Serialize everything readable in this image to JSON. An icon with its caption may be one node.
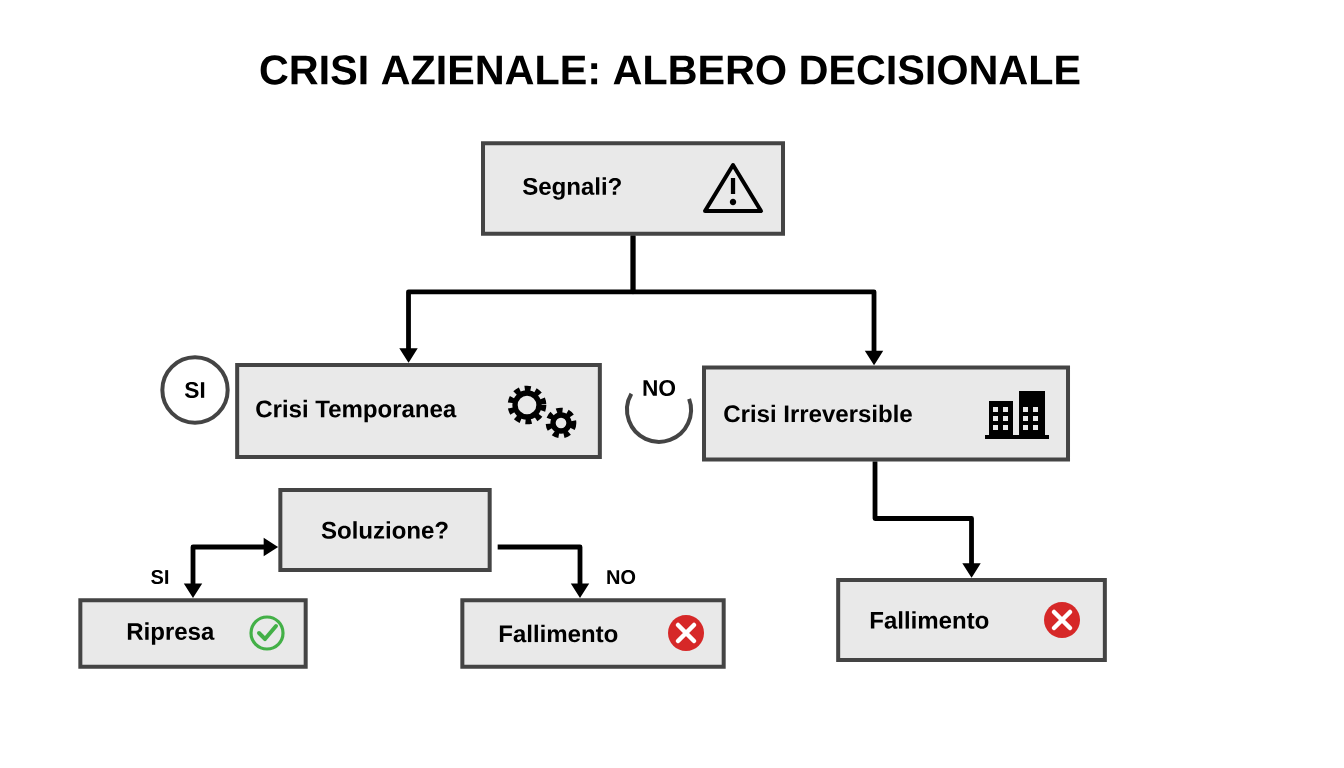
{
  "diagram": {
    "title": "CRISI AZIENALE: ALBERO DECISIONALE",
    "nodes": [
      {
        "text": [
          "Segnali?"
        ]
      },
      {
        "text": [
          "SI"
        ]
      },
      {
        "text": [
          "Crisi Temporanea"
        ]
      },
      {
        "text": [
          "NO"
        ]
      },
      {
        "text": [
          "Crisi Irreversible"
        ]
      },
      {
        "text": [
          "Soluzione?"
        ]
      },
      {
        "text": [
          "Ripresa"
        ]
      },
      {
        "text": [
          "Fallimento"
        ]
      },
      {
        "text": [
          "Fallimento"
        ]
      }
    ],
    "edges": [
      {
        "from": 0,
        "to": 2,
        "arrow": "to"
      },
      {
        "from": 0,
        "to": 4,
        "arrow": "to"
      },
      {
        "from": 5,
        "to": 6,
        "arrow": "both",
        "label": "SI"
      },
      {
        "from": 5,
        "to": 7,
        "arrow": "to",
        "label": "NO"
      },
      {
        "from": 4,
        "to": 8,
        "arrow": "to"
      }
    ]
  }
}
